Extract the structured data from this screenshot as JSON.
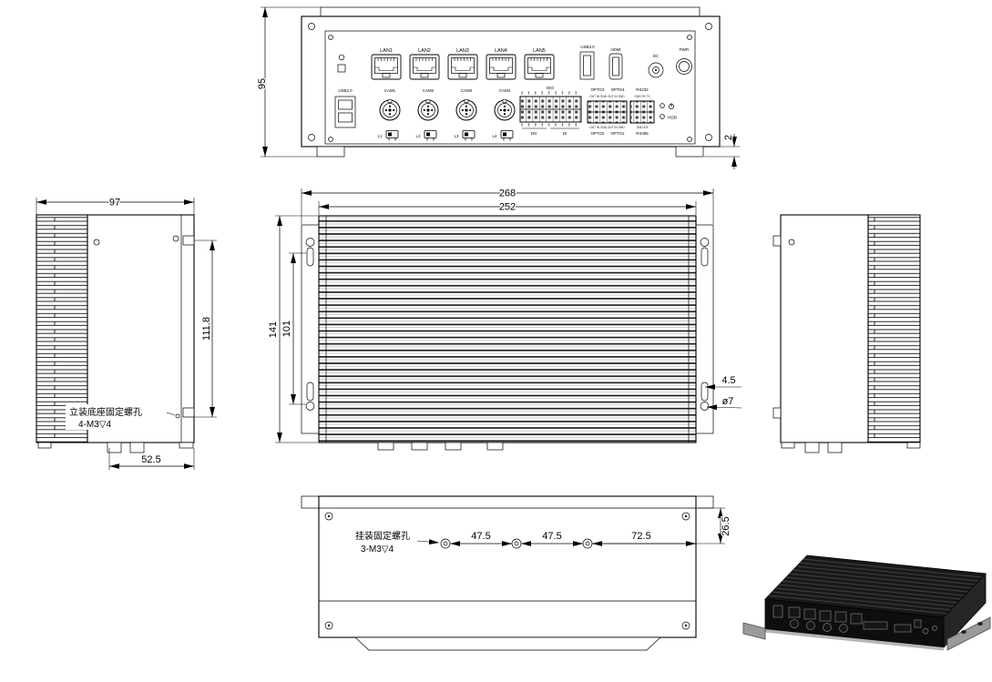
{
  "front": {
    "dim_height": "95",
    "dim_foot": "2",
    "labels": {
      "lan": [
        "LAN1",
        "LAN2",
        "LAN3",
        "LAN4",
        "LAN5"
      ],
      "usb3": "USB3.0",
      "hdmi": "HDMI",
      "dc": "DC",
      "pwr": "PWR",
      "usb2": "USB2.0",
      "cam": [
        "CAM1",
        "CAM2",
        "CAM3",
        "CAM4"
      ],
      "line": [
        "L1",
        "L2",
        "L3",
        "L4"
      ],
      "dio": "DIO",
      "do": "DO",
      "di": "DI",
      "opto3": "OPTO3",
      "opto4": "OPTO4",
      "opto2": "OPTO2",
      "opto1": "OPTO1",
      "opto_sub": "OUT IN GND OUT IN GND",
      "rs232": "RS232",
      "rs232_sub": "GND RX TX",
      "rs485": "RS485",
      "rs485_sub": "GND A B",
      "hdd": "HDD"
    }
  },
  "left_view": {
    "dim_width": "97",
    "dim_height": "111.8",
    "dim_bottom": "52.5",
    "note1": "立装底座固定螺孔",
    "note2": "4-M3▽4"
  },
  "top_view": {
    "dim_overall": "268",
    "dim_body": "252",
    "dim_depth": "141",
    "dim_inner": "101",
    "dim_slot": "4.5",
    "dim_hole": "ø7"
  },
  "bottom_view": {
    "dim_p1": "47.5",
    "dim_p2": "47.5",
    "dim_p3": "72.5",
    "dim_offset": "26.5",
    "note1": "挂装固定螺孔",
    "note2": "3-M3▽4"
  }
}
